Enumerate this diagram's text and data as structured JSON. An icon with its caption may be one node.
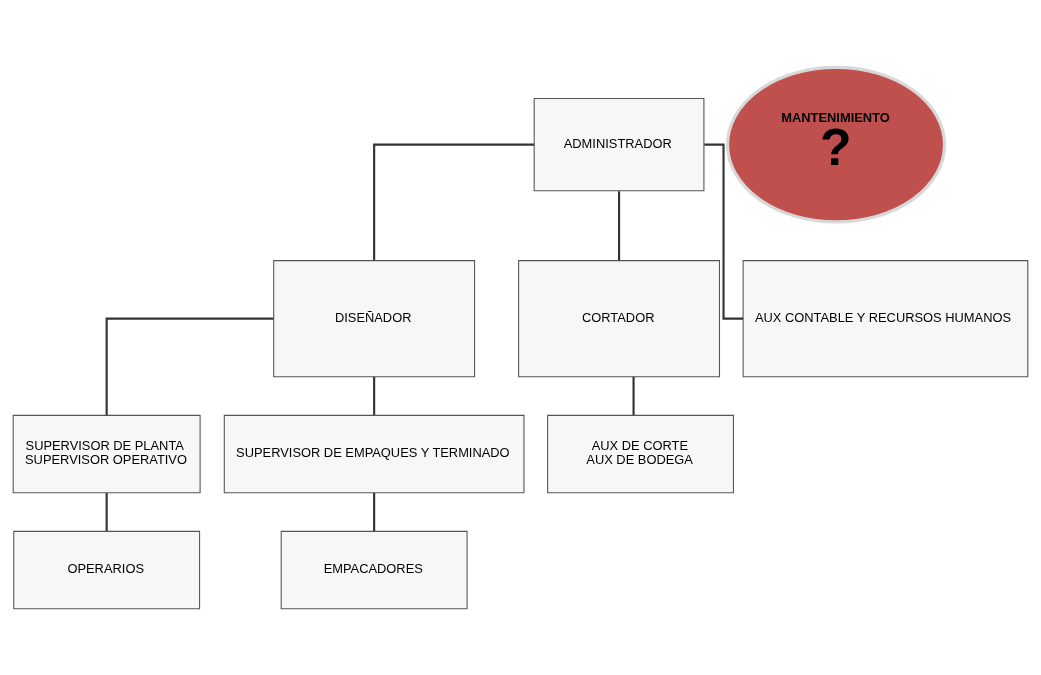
{
  "diagram": {
    "nodes": [
      {
        "text": [
          "ADMINISTRADOR"
        ]
      },
      {
        "text": [
          "DISEÑADOR"
        ]
      },
      {
        "text": [
          "CORTADOR"
        ]
      },
      {
        "text": [
          "AUX CONTABLE Y RECURSOS HUMANOS"
        ]
      },
      {
        "text": [
          "SUPERVISOR DE PLANTA",
          "SUPERVISOR OPERATIVO"
        ]
      },
      {
        "text": [
          "SUPERVISOR DE EMPAQUES Y TERMINADO"
        ]
      },
      {
        "text": [
          "AUX DE CORTE",
          "AUX DE BODEGA"
        ]
      },
      {
        "text": [
          "OPERARIOS"
        ]
      },
      {
        "text": [
          "EMPACADORES"
        ]
      },
      {
        "text": [
          "MANTENIMIENTO",
          "?"
        ]
      }
    ],
    "edges": [
      {
        "from": 0,
        "to": 1,
        "arrow": "none"
      },
      {
        "from": 0,
        "to": 2,
        "arrow": "none"
      },
      {
        "from": 0,
        "to": 3,
        "arrow": "none"
      },
      {
        "from": 1,
        "to": 4,
        "arrow": "none"
      },
      {
        "from": 1,
        "to": 5,
        "arrow": "none"
      },
      {
        "from": 2,
        "to": 6,
        "arrow": "none"
      },
      {
        "from": 4,
        "to": 7,
        "arrow": "none"
      },
      {
        "from": 5,
        "to": 8,
        "arrow": "none"
      }
    ]
  }
}
